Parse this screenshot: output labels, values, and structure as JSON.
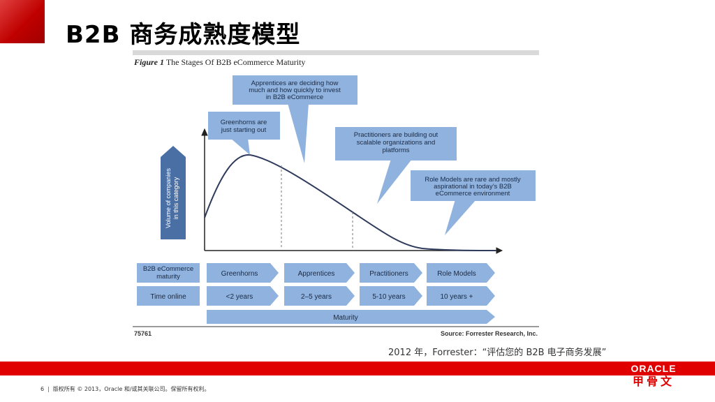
{
  "slide": {
    "title": "B2B 商务成熟度模型",
    "caption": "2012 年，Forrester：“评估您的 B2B 电子商务发展”",
    "page_number": "6",
    "copyright": "版权所有 © 2013，Oracle 和/或其关联公司。保留所有权利。",
    "brand": "ORACLE",
    "brand_cn": "甲骨文",
    "colors": {
      "accent_red": "#e00000",
      "box_blue": "#8fb2de",
      "dark_blue": "#4a6fa5",
      "curve": "#2f3b5c"
    }
  },
  "figure": {
    "title_prefix": "Figure 1",
    "title": "The Stages Of B2B eCommerce Maturity",
    "y_axis_label": [
      "Volume of companies",
      "in this category"
    ],
    "bubbles": [
      {
        "id": "greenhorns",
        "lines": [
          "Greenhorns are",
          "just starting out"
        ]
      },
      {
        "id": "apprentices",
        "lines": [
          "Apprentices are deciding how",
          "much and how quickly to invest",
          "in B2B eCommerce"
        ]
      },
      {
        "id": "practitioners",
        "lines": [
          "Practitioners are building out",
          "scalable organizations and",
          "platforms"
        ]
      },
      {
        "id": "role-models",
        "lines": [
          "Role Models are rare and mostly",
          "aspirational in today’s B2B",
          "eCommerce environment"
        ]
      }
    ],
    "rows": [
      {
        "label": [
          "B2B eCommerce",
          "maturity"
        ],
        "cells": [
          "Greenhorns",
          "Apprentices",
          "Practitioners",
          "Role Models"
        ]
      },
      {
        "label": [
          "Time online"
        ],
        "cells": [
          "<2 years",
          "2–5 years",
          "5-10 years",
          "10 years +"
        ]
      }
    ],
    "maturity_label": "Maturity",
    "figure_id": "75761",
    "source": "Source: Forrester Research, Inc."
  }
}
